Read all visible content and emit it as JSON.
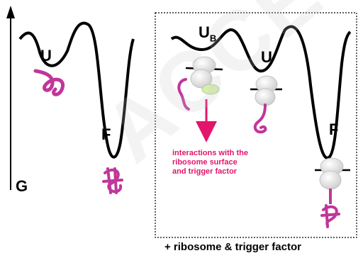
{
  "axis": {
    "energy_label": "G"
  },
  "left_panel": {
    "states": {
      "unfolded": "U",
      "folded": "F"
    }
  },
  "right_panel": {
    "states": {
      "bound_main": "U",
      "bound_sub": "B",
      "unfolded": "U",
      "folded": "F"
    },
    "annotation": "interactions with the ribosome surface and trigger factor",
    "caption": "+ ribosome & trigger factor"
  },
  "watermark": "ACCEPTED",
  "colors": {
    "chain": "#c0369a",
    "arrow": "#e4146c",
    "ribosome": "#ececec",
    "trigger_factor": "#d6ecb0"
  }
}
